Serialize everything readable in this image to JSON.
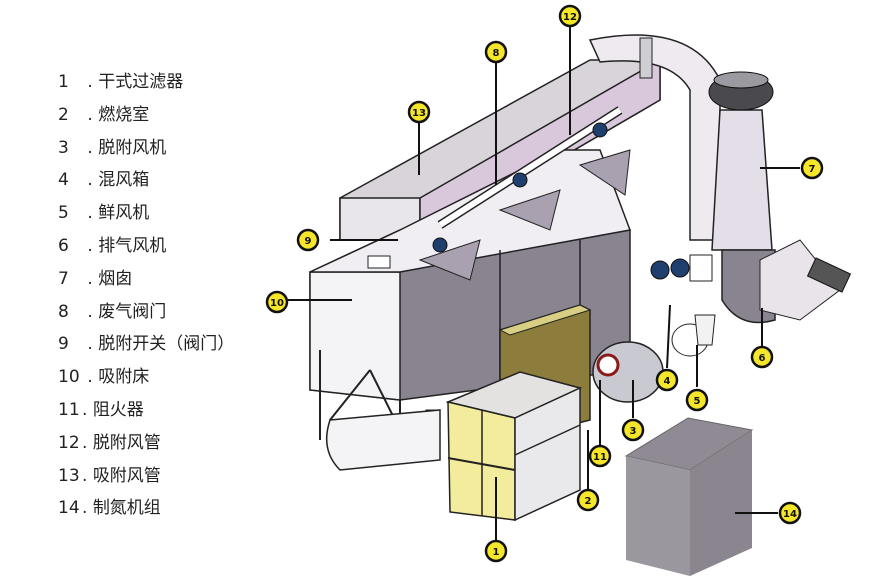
{
  "title": "",
  "legend": [
    {
      "num": "1",
      "sep": " . ",
      "label": "干式过滤器"
    },
    {
      "num": "2",
      "sep": " . ",
      "label": "燃烧室"
    },
    {
      "num": "3",
      "sep": " . ",
      "label": "脱附风机"
    },
    {
      "num": "4",
      "sep": " . ",
      "label": "混风箱"
    },
    {
      "num": "5",
      "sep": " . ",
      "label": "鲜风机"
    },
    {
      "num": "6",
      "sep": " . ",
      "label": "排气风机"
    },
    {
      "num": "7",
      "sep": " . ",
      "label": "烟囱"
    },
    {
      "num": "8",
      "sep": " . ",
      "label": "废气阀门"
    },
    {
      "num": "9",
      "sep": " . ",
      "label": "脱附开关（阀门）"
    },
    {
      "num": "10",
      "sep": " . ",
      "label": "吸附床"
    },
    {
      "num": "11",
      "sep": ". ",
      "label": "阻火器"
    },
    {
      "num": "12",
      "sep": ". ",
      "label": "脱附风管"
    },
    {
      "num": "13",
      "sep": ". ",
      "label": "吸附风管"
    },
    {
      "num": "14",
      "sep": ". ",
      "label": "制氮机组"
    }
  ],
  "callouts": [
    "1",
    "2",
    "3",
    "4",
    "5",
    "6",
    "7",
    "8",
    "9",
    "10",
    "11",
    "12",
    "13",
    "14"
  ],
  "colors": {
    "callout_fill": "#f5e62a",
    "callout_stroke": "#111111",
    "panel_lilac": "#d9c8dc",
    "panel_grey": "#8a8490",
    "filter_yellow": "#f2ec9c",
    "combustion_olive": "#8c7d3c",
    "n2_box": "#8f8a94"
  }
}
